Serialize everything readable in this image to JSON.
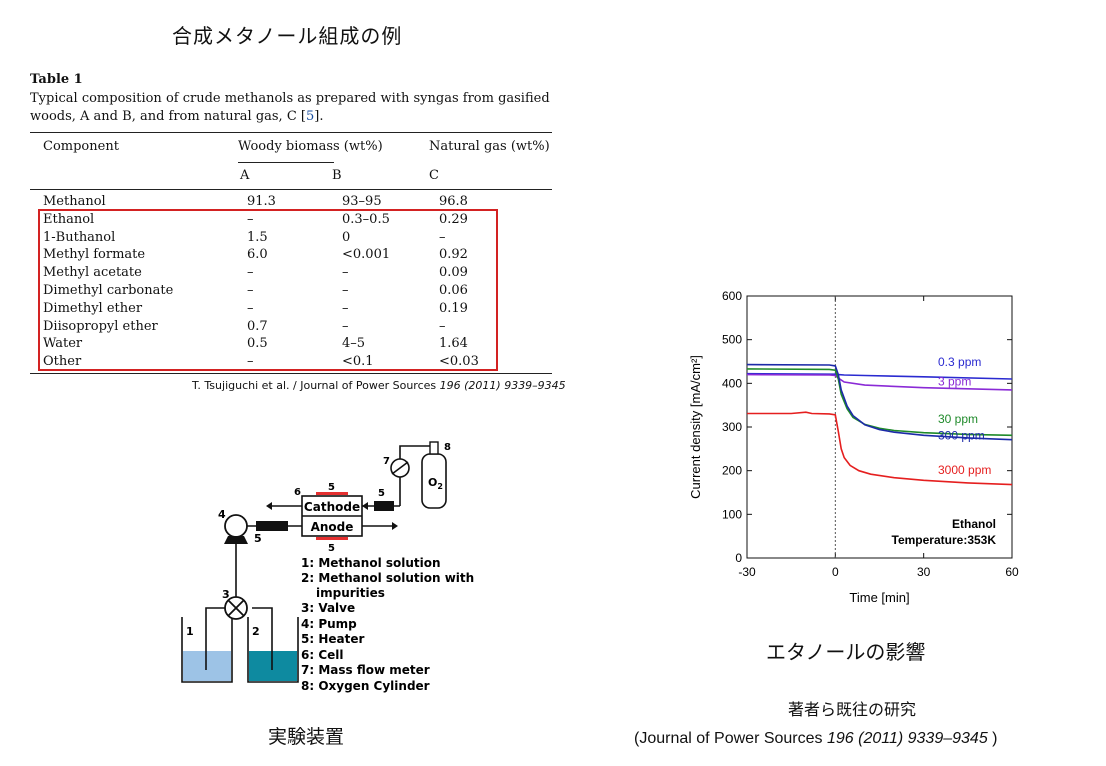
{
  "page_title": "合成メタノール組成の例",
  "table": {
    "number": "Table 1",
    "caption_prefix": "Typical composition of crude methanols as prepared with syngas from gasified woods, A and B, and from natural gas, C [",
    "caption_ref": "5",
    "caption_suffix": "].",
    "headers": {
      "component": "Component",
      "woody": "Woody biomass (wt%)",
      "natural": "Natural gas (wt%)",
      "sub_a": "A",
      "sub_b": "B",
      "sub_c": "C"
    },
    "rows": [
      [
        "Methanol",
        "91.3",
        "93–95",
        "96.8"
      ],
      [
        "Ethanol",
        "–",
        "0.3–0.5",
        "0.29"
      ],
      [
        "1-Buthanol",
        "1.5",
        "0",
        "–"
      ],
      [
        "Methyl formate",
        "6.0",
        "<0.001",
        "0.92"
      ],
      [
        "Methyl acetate",
        "–",
        "–",
        "0.09"
      ],
      [
        "Dimethyl carbonate",
        "–",
        "–",
        "0.06"
      ],
      [
        "Dimethyl ether",
        "–",
        "–",
        "0.19"
      ],
      [
        "Diisopropyl ether",
        "0.7",
        "–",
        "–"
      ],
      [
        "Water",
        "0.5",
        "4–5",
        "1.64"
      ],
      [
        "Other",
        "–",
        "<0.1",
        "<0.03"
      ]
    ],
    "citation_plain": "T. Tsujiguchi et al. / Journal of Power Sources ",
    "citation_italic": "196 (2011) 9339–9345"
  },
  "apparatus": {
    "caption": "実験装置",
    "labels": {
      "cathode": "Cathode",
      "anode": "Anode",
      "o2": "O",
      "o2_sub": "2",
      "num1": "1",
      "num2": "2",
      "num3": "3",
      "num4": "4",
      "num5": "5",
      "num6": "6",
      "num7": "7",
      "num8": "8"
    },
    "legend": [
      "1: Methanol solution",
      "2: Methanol solution with",
      "impurities",
      "3: Valve",
      "4: Pump",
      "5: Heater",
      "6: Cell",
      "7: Mass flow meter",
      "8: Oxygen Cylinder"
    ],
    "colors": {
      "liquid1": "#9dc3e6",
      "liquid2": "#0e8aa0",
      "heater": "#e53030"
    }
  },
  "chart_caption": "エタノールの影響",
  "source_line1": "著者ら既往の研究",
  "source_line2_prefix": "(Journal of Power Sources ",
  "source_line2_italic": "196 (2011) 9339–9345",
  "source_line2_suffix": " )",
  "chart_data": {
    "type": "line",
    "xlabel": "Time [min]",
    "ylabel": "Current density [mA/cm²]",
    "xlim": [
      -30,
      60
    ],
    "ylim": [
      0,
      600
    ],
    "xticks": [
      -30,
      0,
      30,
      60
    ],
    "yticks": [
      0,
      100,
      200,
      300,
      400,
      500,
      600
    ],
    "grid": false,
    "annotation_title": "Ethanol",
    "annotation_sub": "Temperature:353K",
    "vline_x": 0,
    "series": [
      {
        "name": "0.3 ppm",
        "color": "#2a2ad0",
        "x": [
          -30,
          -2,
          0,
          1,
          3,
          10,
          30,
          60
        ],
        "y": [
          422,
          421,
          421,
          420,
          419,
          418,
          415,
          410
        ]
      },
      {
        "name": "3 ppm",
        "color": "#8a2ad6",
        "x": [
          -30,
          -2,
          0,
          1,
          3,
          10,
          30,
          60
        ],
        "y": [
          420,
          419,
          418,
          412,
          403,
          396,
          390,
          385
        ]
      },
      {
        "name": "30 ppm",
        "color": "#1f8a2a",
        "x": [
          -30,
          -2,
          0,
          1,
          2,
          4,
          6,
          10,
          15,
          20,
          30,
          45,
          60
        ],
        "y": [
          433,
          432,
          430,
          410,
          375,
          342,
          322,
          306,
          297,
          292,
          287,
          283,
          281
        ]
      },
      {
        "name": "300 ppm",
        "color": "#1c2aa8",
        "x": [
          -30,
          -2,
          0,
          1,
          2,
          4,
          6,
          10,
          15,
          20,
          30,
          45,
          60
        ],
        "y": [
          443,
          442,
          440,
          420,
          385,
          348,
          326,
          305,
          294,
          288,
          281,
          275,
          271
        ]
      },
      {
        "name": "3000 ppm",
        "color": "#e51f1f",
        "x": [
          -30,
          -15,
          -10,
          -8,
          -2,
          0,
          1,
          2,
          3,
          5,
          8,
          12,
          20,
          30,
          45,
          60
        ],
        "y": [
          331,
          331,
          334,
          331,
          330,
          328,
          290,
          250,
          230,
          212,
          200,
          192,
          184,
          178,
          172,
          168
        ]
      }
    ]
  }
}
